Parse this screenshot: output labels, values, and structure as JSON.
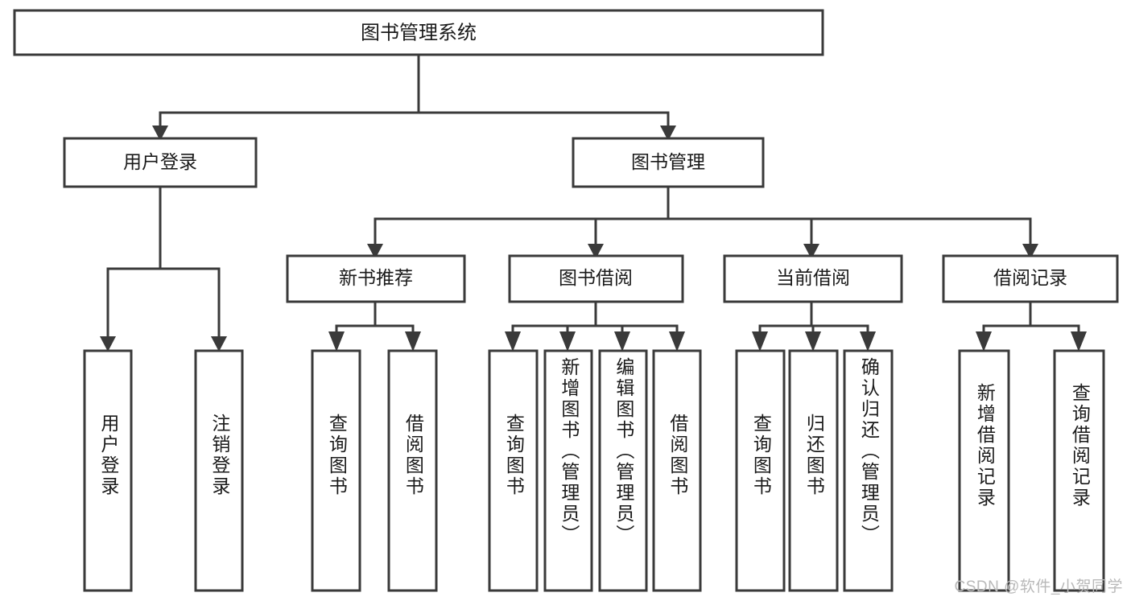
{
  "diagram": {
    "type": "hierarchy-tree",
    "title": "图书管理系统",
    "watermark": "CSDN @软件_小贺同学",
    "colors": {
      "stroke": "#3a3a3a",
      "box_fill": "#ffffff",
      "text": "#1a1a1a",
      "background": "#ffffff",
      "watermark": "#b9b9b9"
    },
    "root": {
      "label": "图书管理系统",
      "orientation": "horizontal"
    },
    "level1": [
      {
        "label": "用户登录",
        "orientation": "horizontal"
      },
      {
        "label": "图书管理",
        "orientation": "horizontal"
      }
    ],
    "level2": [
      {
        "label": "新书推荐",
        "orientation": "horizontal"
      },
      {
        "label": "图书借阅",
        "orientation": "horizontal"
      },
      {
        "label": "当前借阅",
        "orientation": "horizontal"
      },
      {
        "label": "借阅记录",
        "orientation": "horizontal"
      }
    ],
    "leaves": {
      "user_login": [
        {
          "label": "用户登录",
          "orientation": "vertical"
        },
        {
          "label": "注销登录",
          "orientation": "vertical"
        }
      ],
      "new_book_recommend": [
        {
          "label": "查询图书",
          "orientation": "vertical"
        },
        {
          "label": "借阅图书",
          "orientation": "vertical"
        }
      ],
      "book_borrow": [
        {
          "label": "查询图书",
          "orientation": "vertical"
        },
        {
          "label": "新增图书（管理员）",
          "orientation": "vertical"
        },
        {
          "label": "编辑图书（管理员）",
          "orientation": "vertical"
        },
        {
          "label": "借阅图书",
          "orientation": "vertical"
        }
      ],
      "current_borrow": [
        {
          "label": "查询图书",
          "orientation": "vertical"
        },
        {
          "label": "归还图书",
          "orientation": "vertical"
        },
        {
          "label": "确认归还（管理员）",
          "orientation": "vertical"
        }
      ],
      "borrow_record": [
        {
          "label": "新增借阅记录",
          "orientation": "vertical"
        },
        {
          "label": "查询借阅记录",
          "orientation": "vertical"
        }
      ]
    }
  }
}
